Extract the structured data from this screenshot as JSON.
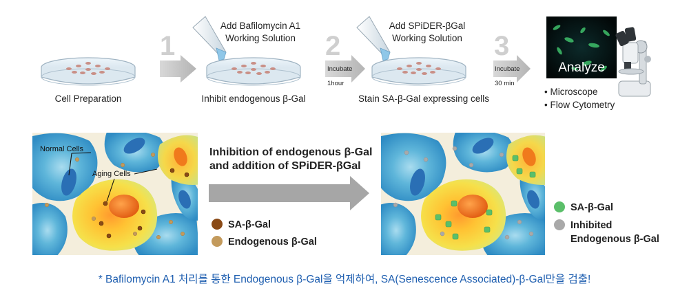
{
  "steps": {
    "prep": {
      "label": "Cell Preparation"
    },
    "step1": {
      "number": "1",
      "reagent_line1": "Add Bafilomycin A1",
      "reagent_line2": "Working Solution",
      "label": "Inhibit endogenous β-Gal",
      "incubate": "Incubate",
      "time": "1hour"
    },
    "step2": {
      "number": "2",
      "reagent_line1": "Add SPiDER-βGal",
      "reagent_line2": "Working Solution",
      "label": "Stain SA-β-Gal expressing cells",
      "incubate": "Incubate",
      "time": "30 min"
    },
    "step3": {
      "number": "3",
      "analyze": "Analyze",
      "methods": [
        "• Microscope",
        "• Flow Cytometry"
      ]
    }
  },
  "illustration": {
    "normal_cells": "Normal Cells",
    "aging_cells": "Aging Cells",
    "arrow_line1": "Inhibition of endogenous β-Gal",
    "arrow_line2": "and addition of SPiDER-βGal",
    "legend_left": [
      {
        "label": "SA-β-Gal",
        "color": "#8a4a16"
      },
      {
        "label": "Endogenous β-Gal",
        "color": "#c39a5c"
      }
    ],
    "legend_right": [
      {
        "label": "SA-β-Gal",
        "color": "#5bbf6a"
      },
      {
        "label_line1": "Inhibited",
        "label_line2": "Endogenous β-Gal",
        "color": "#a9a9a9"
      }
    ]
  },
  "footnote": "* Bafilomycin A1 처리를 통한 Endogenous β-Gal을 억제하여, SA(Senescence Associated)-β-Gal만을 검출!"
}
